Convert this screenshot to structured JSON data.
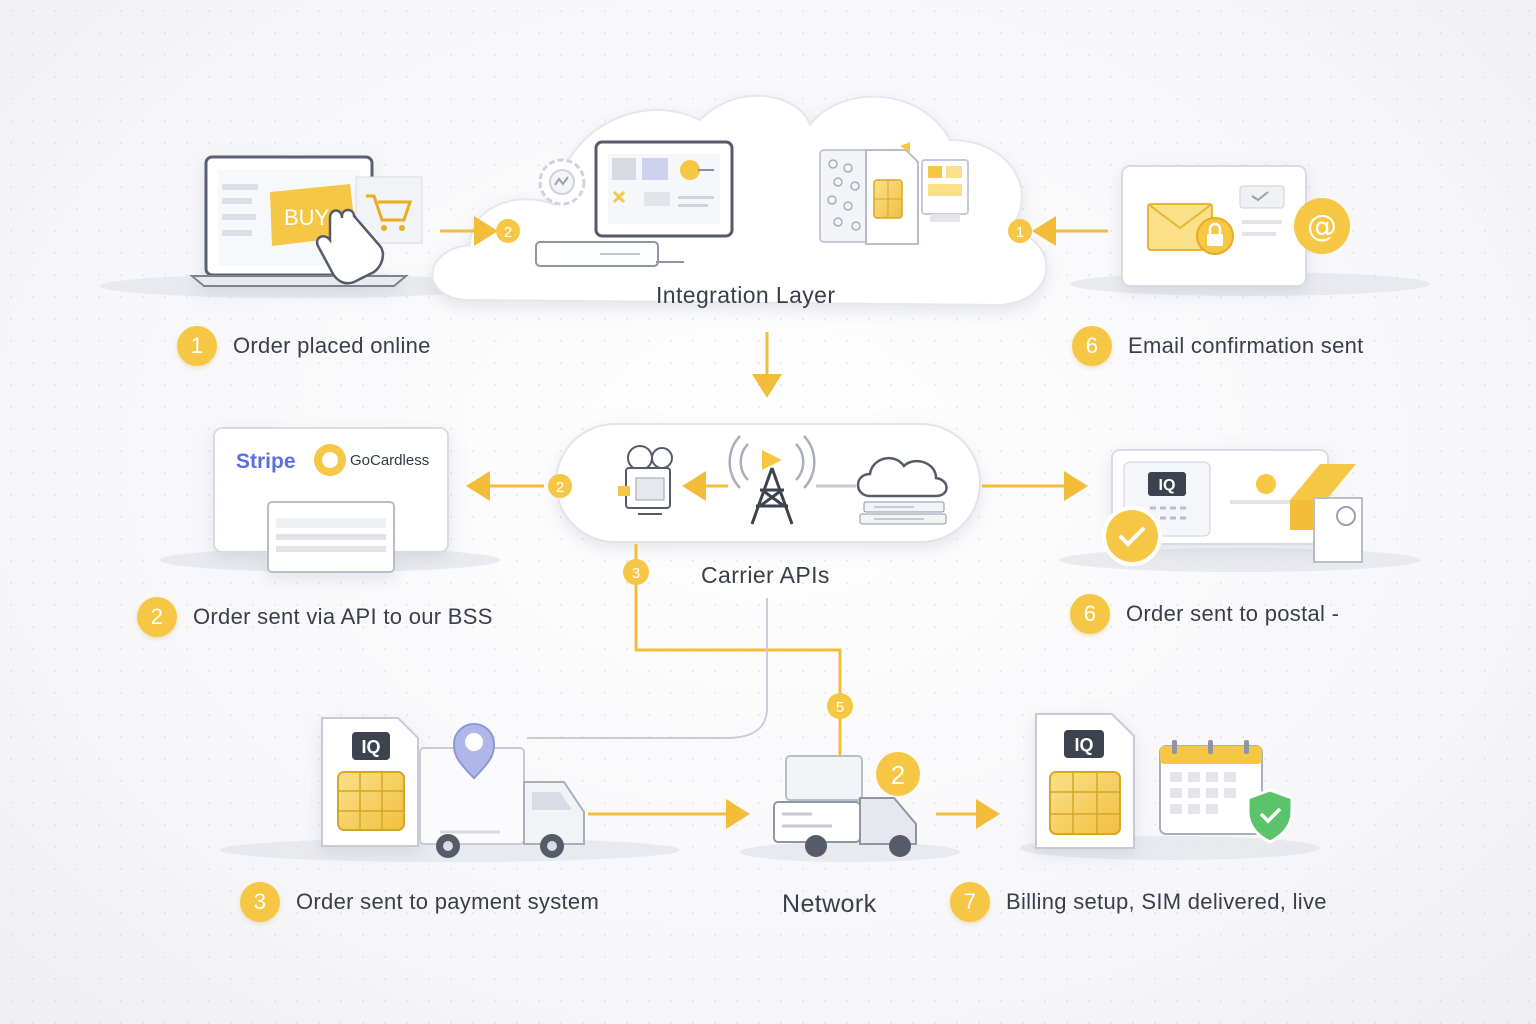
{
  "layers": {
    "integration": "Integration Layer",
    "carrier": "Carrier APIs",
    "network": "Network"
  },
  "steps": [
    {
      "num": "1",
      "text": "Order placed online"
    },
    {
      "num": "6",
      "text": "Email confirmation sent"
    },
    {
      "num": "2",
      "text": "Order sent via API to our BSS"
    },
    {
      "num": "6",
      "text": "Order sent to postal -"
    },
    {
      "num": "3",
      "text": "Order sent to payment system"
    },
    {
      "num": "7",
      "text": "Billing setup, SIM delivered, live"
    }
  ],
  "connector_badges": [
    "2",
    "1",
    "2",
    "3",
    "5"
  ],
  "network_badge": "2",
  "buy_label": "BUY",
  "payment_providers": [
    "Stripe",
    "GoCardless"
  ],
  "sim_brand": "IQ",
  "email_symbol": "@",
  "colors": {
    "accent": "#f6c744",
    "accent_dark": "#e6ad1e",
    "line": "#c9ccd6",
    "text": "#3a3e4a",
    "success": "#5bc46a"
  },
  "icons": [
    "laptop-icon",
    "cart-icon",
    "hand-cursor-icon",
    "gear-icon",
    "monitor-icon",
    "sim-card-icon",
    "envelope-icon",
    "lock-icon",
    "at-sign-icon",
    "cell-tower-icon",
    "cloud-server-icon",
    "truck-icon",
    "location-pin-icon",
    "calendar-icon",
    "shield-check-icon",
    "check-badge-icon"
  ]
}
